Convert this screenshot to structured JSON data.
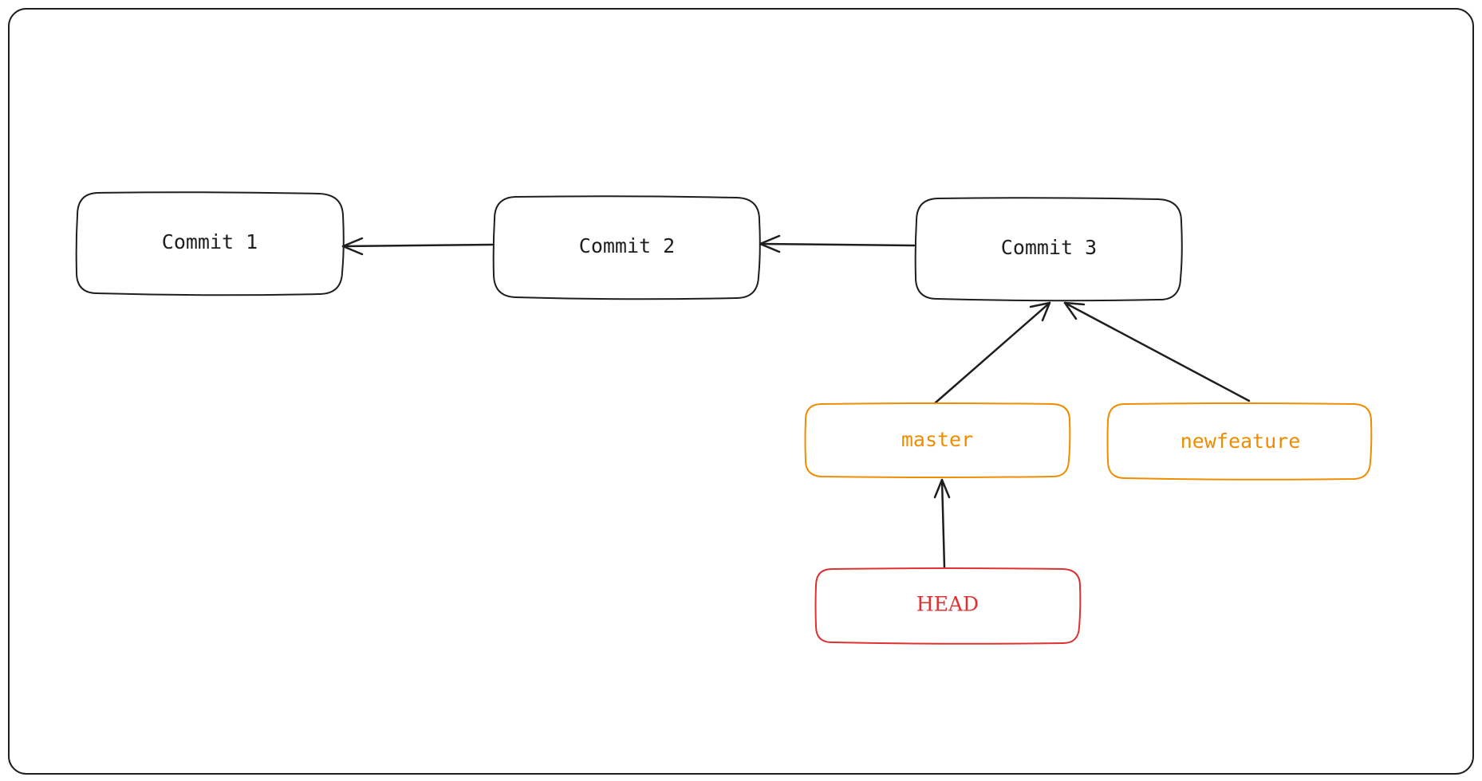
{
  "diagram": {
    "commits": [
      {
        "id": "c1",
        "label": "Commit 1"
      },
      {
        "id": "c2",
        "label": "Commit 2"
      },
      {
        "id": "c3",
        "label": "Commit 3"
      }
    ],
    "branches": [
      {
        "id": "master",
        "label": "master"
      },
      {
        "id": "newfeature",
        "label": "newfeature"
      }
    ],
    "head": {
      "id": "head",
      "label": "HEAD"
    },
    "edges": [
      {
        "from": "c2",
        "to": "c1"
      },
      {
        "from": "c3",
        "to": "c2"
      },
      {
        "from": "master",
        "to": "c3"
      },
      {
        "from": "newfeature",
        "to": "c3"
      },
      {
        "from": "head",
        "to": "master"
      }
    ],
    "colors": {
      "stroke": "#1e1e1e",
      "branch": "#f08c00",
      "head": "#e03131",
      "background": "#ffffff"
    }
  }
}
